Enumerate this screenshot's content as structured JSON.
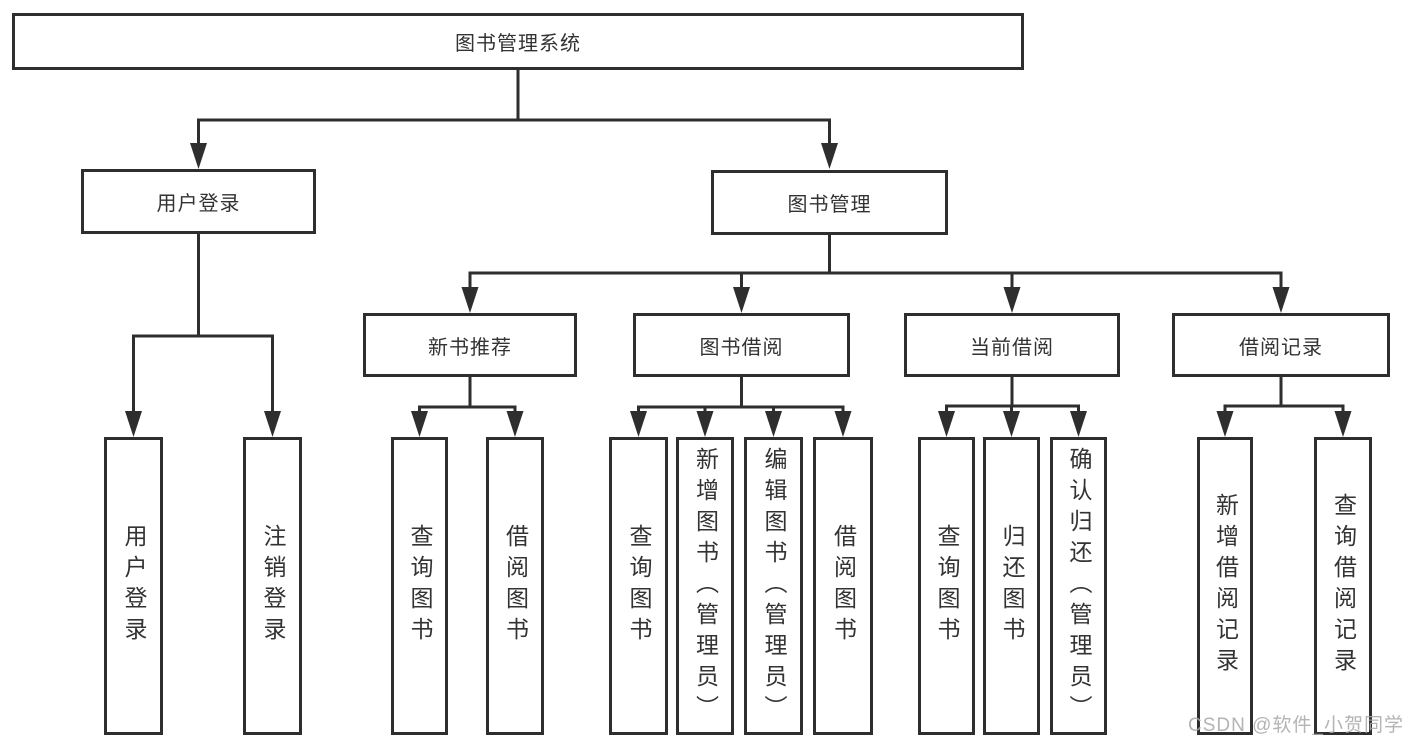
{
  "diagram_title": "图书管理系统",
  "tree": {
    "root": {
      "label": "图书管理系统"
    },
    "children": [
      {
        "label": "用户登录",
        "children": [
          {
            "label": "用户登录"
          },
          {
            "label": "注销登录"
          }
        ]
      },
      {
        "label": "图书管理",
        "children": [
          {
            "label": "新书推荐",
            "children": [
              {
                "label": "查询图书"
              },
              {
                "label": "借阅图书"
              }
            ]
          },
          {
            "label": "图书借阅",
            "children": [
              {
                "label": "查询图书"
              },
              {
                "label": "新增图书（管理员）"
              },
              {
                "label": "编辑图书（管理员）"
              },
              {
                "label": "借阅图书"
              }
            ]
          },
          {
            "label": "当前借阅",
            "children": [
              {
                "label": "查询图书"
              },
              {
                "label": "归还图书"
              },
              {
                "label": "确认归还（管理员）"
              }
            ]
          },
          {
            "label": "借阅记录",
            "children": [
              {
                "label": "新增借阅记录"
              },
              {
                "label": "查询借阅记录"
              }
            ]
          }
        ]
      }
    ]
  },
  "watermark": {
    "text": "CSDN @软件_小贺同学"
  },
  "colors": {
    "background": "#ffffff",
    "box_border": "#2e2e2e",
    "connector": "#2e2e2e",
    "text": "#333333",
    "watermark": "#a8a6a6"
  }
}
